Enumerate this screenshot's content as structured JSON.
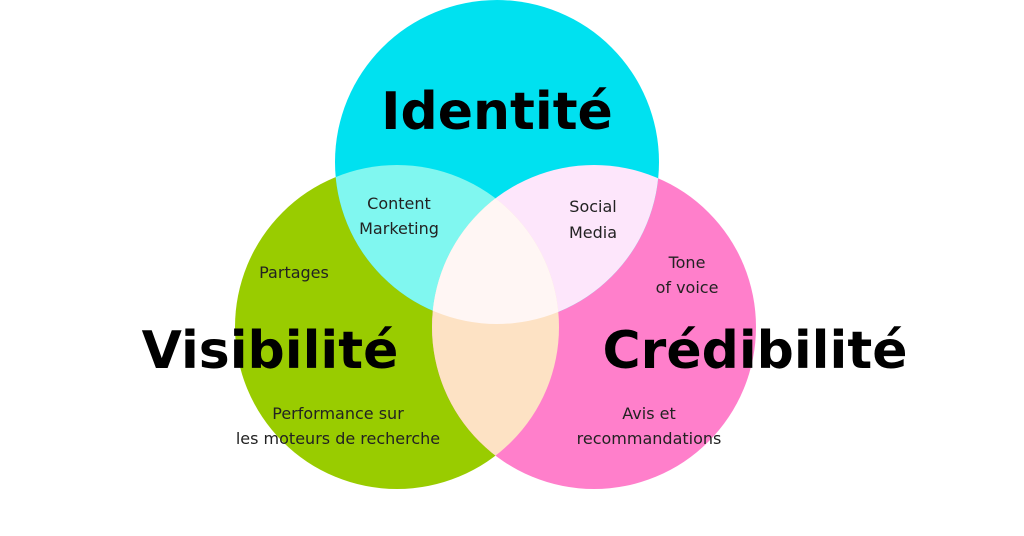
{
  "circles": {
    "identite": {
      "label": "Identité",
      "color": "#00e1f0"
    },
    "visibilite": {
      "label": "Visibilité",
      "color": "#99cc00"
    },
    "credibilite": {
      "label": "Crédibilité",
      "color": "#ff7fcb"
    }
  },
  "overlaps": {
    "identite_visibilite": {
      "lines": [
        "Content",
        "Marketing"
      ],
      "color": "#80f7f0"
    },
    "identite_credibilite": {
      "lines": [
        "Social",
        "Media"
      ],
      "color": "#fde6fb"
    },
    "visibilite_credibilite": {
      "lines": [],
      "color": "#fde2c4"
    },
    "center": {
      "color": "#fff6f4"
    }
  },
  "annotations": {
    "partages": {
      "lines": [
        "Partages"
      ]
    },
    "tone_of_voice": {
      "lines": [
        "Tone",
        "of voice"
      ]
    },
    "performance": {
      "lines": [
        "Performance sur",
        "les moteurs de recherche"
      ]
    },
    "avis": {
      "lines": [
        "Avis et",
        "recommandations"
      ]
    }
  }
}
